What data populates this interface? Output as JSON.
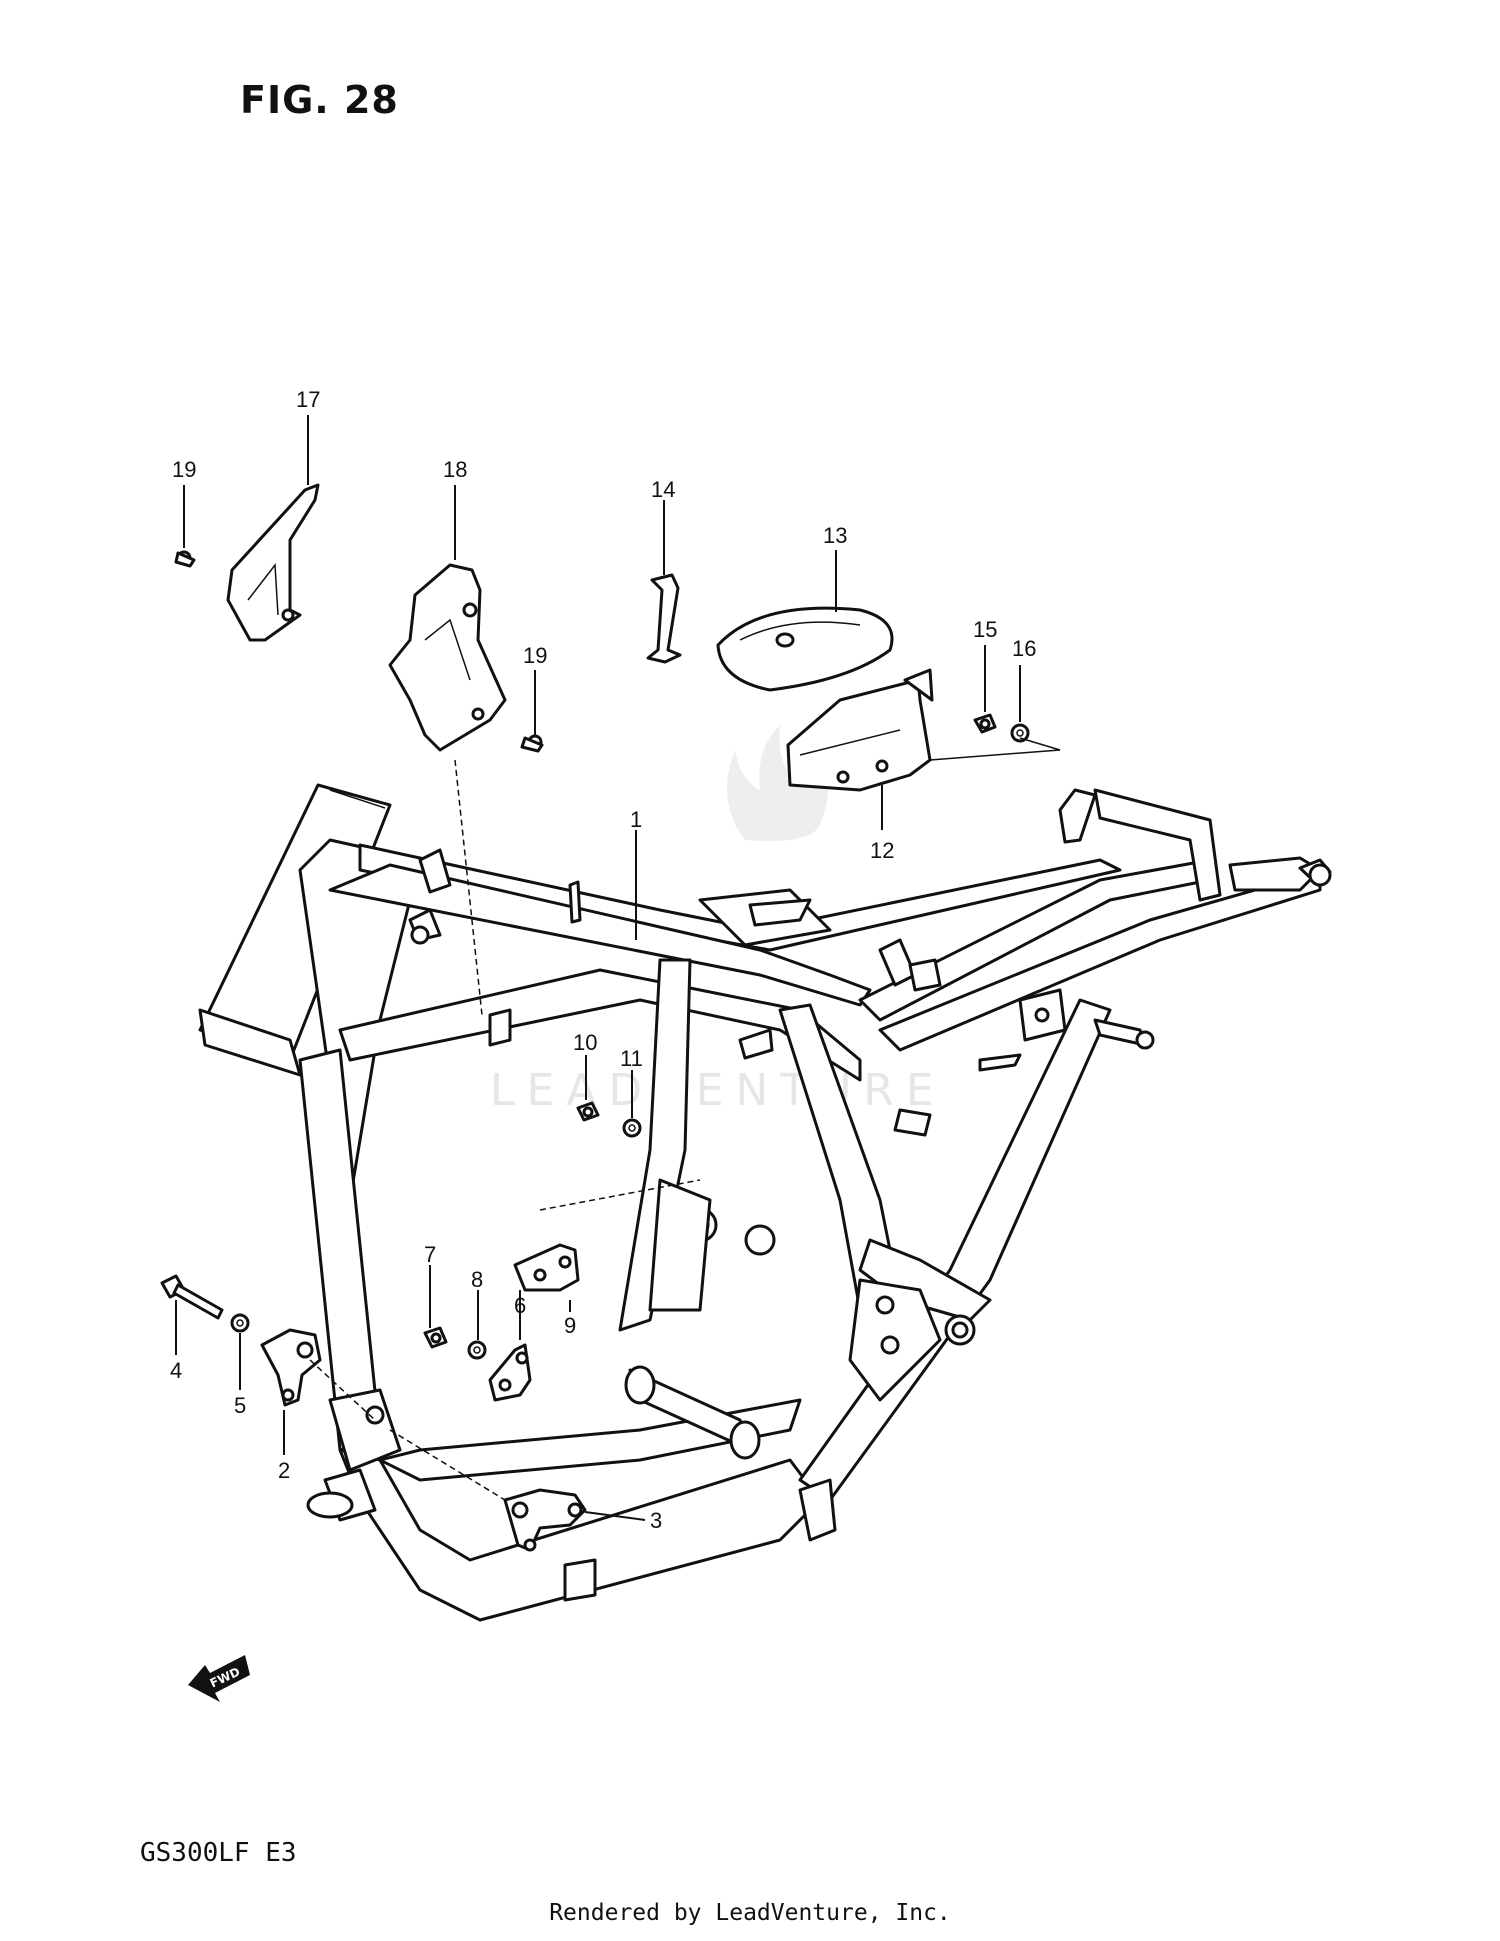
{
  "figure": {
    "title": "FIG. 28"
  },
  "watermark": {
    "text": "LEADVENTURE"
  },
  "fwd_marker": {
    "label": "FWD",
    "icon": "fwd-arrow-icon"
  },
  "footer": {
    "model": "GS300LF  E3",
    "credit": "Rendered by LeadVenture, Inc."
  },
  "callouts": [
    {
      "id": "c1",
      "label": "1"
    },
    {
      "id": "c2",
      "label": "2"
    },
    {
      "id": "c3",
      "label": "3"
    },
    {
      "id": "c4",
      "label": "4"
    },
    {
      "id": "c5",
      "label": "5"
    },
    {
      "id": "c6",
      "label": "6"
    },
    {
      "id": "c7",
      "label": "7"
    },
    {
      "id": "c8",
      "label": "8"
    },
    {
      "id": "c9",
      "label": "9"
    },
    {
      "id": "c10",
      "label": "10"
    },
    {
      "id": "c11",
      "label": "11"
    },
    {
      "id": "c12",
      "label": "12"
    },
    {
      "id": "c13",
      "label": "13"
    },
    {
      "id": "c14",
      "label": "14"
    },
    {
      "id": "c15",
      "label": "15"
    },
    {
      "id": "c16",
      "label": "16"
    },
    {
      "id": "c17",
      "label": "17"
    },
    {
      "id": "c18",
      "label": "18"
    },
    {
      "id": "c19a",
      "label": "19"
    },
    {
      "id": "c19b",
      "label": "19"
    }
  ]
}
